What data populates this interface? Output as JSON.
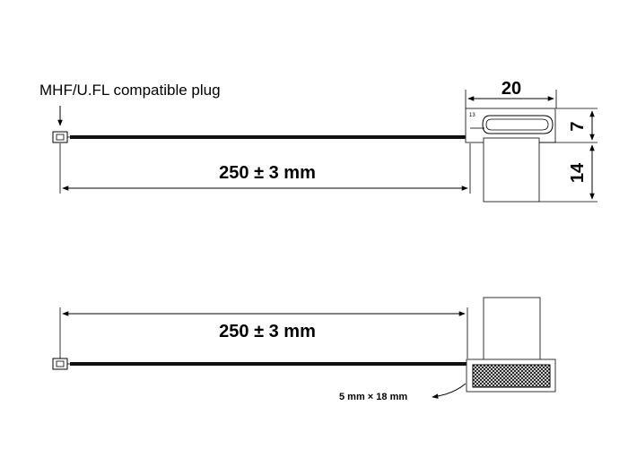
{
  "labels": {
    "plug": "MHF/U.FL compatible plug",
    "length_top": "250 ± 3 mm",
    "length_bottom": "250 ± 3 mm",
    "width": "20",
    "height_upper": "7",
    "height_lower": "14",
    "small_mark": "13",
    "adhesive_pad": "5 mm × 18 mm"
  },
  "colors": {
    "line": "#000000",
    "cable": "#111111",
    "body": "#ffffff"
  }
}
